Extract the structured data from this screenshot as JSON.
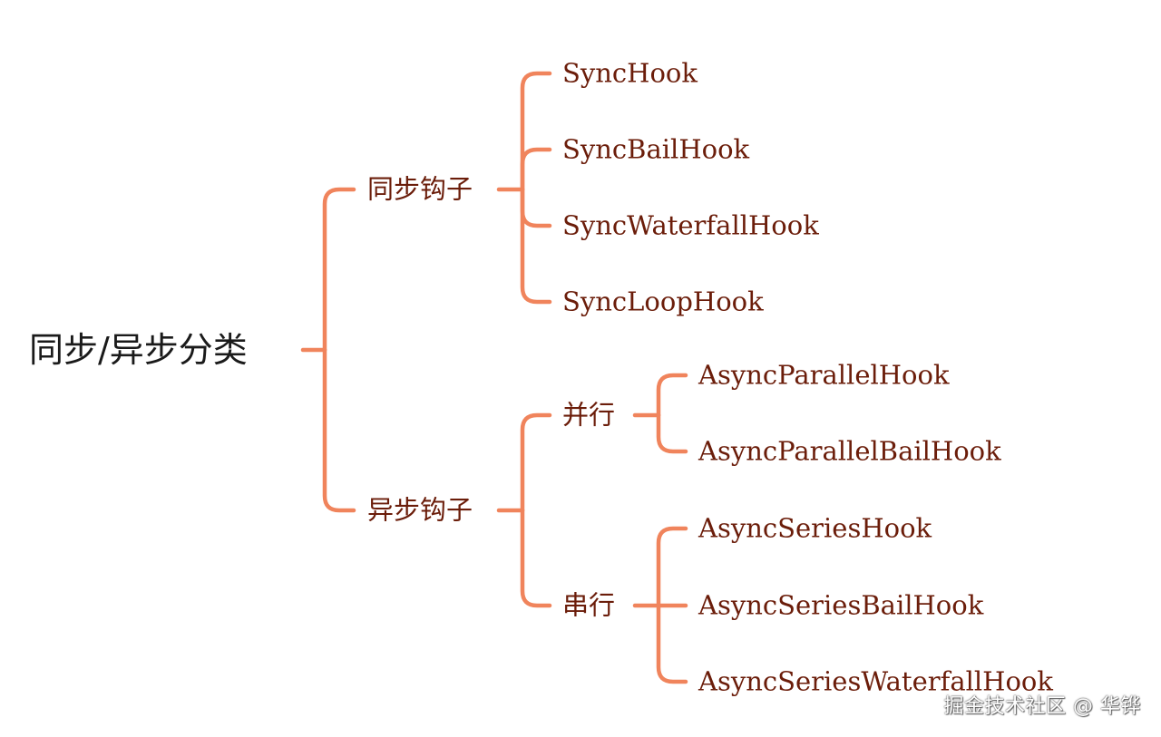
{
  "root": {
    "label": "同步/异步分类",
    "children": [
      {
        "label": "同步钩子",
        "children": [
          {
            "label": "SyncHook"
          },
          {
            "label": "SyncBailHook"
          },
          {
            "label": "SyncWaterfallHook"
          },
          {
            "label": "SyncLoopHook"
          }
        ]
      },
      {
        "label": "异步钩子",
        "children": [
          {
            "label": "并行",
            "children": [
              {
                "label": "AsyncParallelHook"
              },
              {
                "label": "AsyncParallelBailHook"
              }
            ]
          },
          {
            "label": "串行",
            "children": [
              {
                "label": "AsyncSeriesHook"
              },
              {
                "label": "AsyncSeriesBailHook"
              },
              {
                "label": "AsyncSeriesWaterfallHook"
              }
            ]
          }
        ]
      }
    ]
  },
  "colors": {
    "connector": "#f0845c",
    "root_text": "#1a1a1a",
    "node_text": "#6b1d0a"
  },
  "watermark": "掘金技术社区 @ 华铧"
}
